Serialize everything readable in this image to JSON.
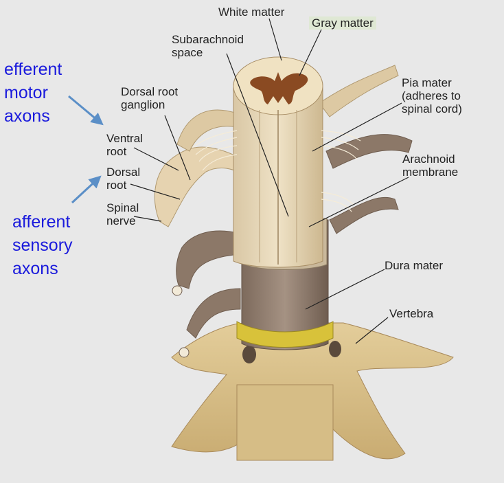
{
  "labels": {
    "white_matter": "White matter",
    "gray_matter": "Gray matter",
    "subarachnoid_space": "Subarachnoid\nspace",
    "pia_mater": "Pia mater\n(adheres to\nspinal cord)",
    "dorsal_root_ganglion": "Dorsal root\nganglion",
    "ventral_root": "Ventral\nroot",
    "dorsal_root": "Dorsal\nroot",
    "spinal_nerve": "Spinal\nnerve",
    "arachnoid_membrane": "Arachnoid\nmembrane",
    "dura_mater": "Dura mater",
    "vertebra": "Vertebra"
  },
  "annotations": {
    "efferent": "efferent\nmotor\naxons",
    "afferent": "afferent\nsensory\naxons"
  },
  "colors": {
    "annotation_text": "#1a1adc",
    "arrow": "#5b8fc7",
    "gray_matter_highlight": "#dfe8d4"
  }
}
